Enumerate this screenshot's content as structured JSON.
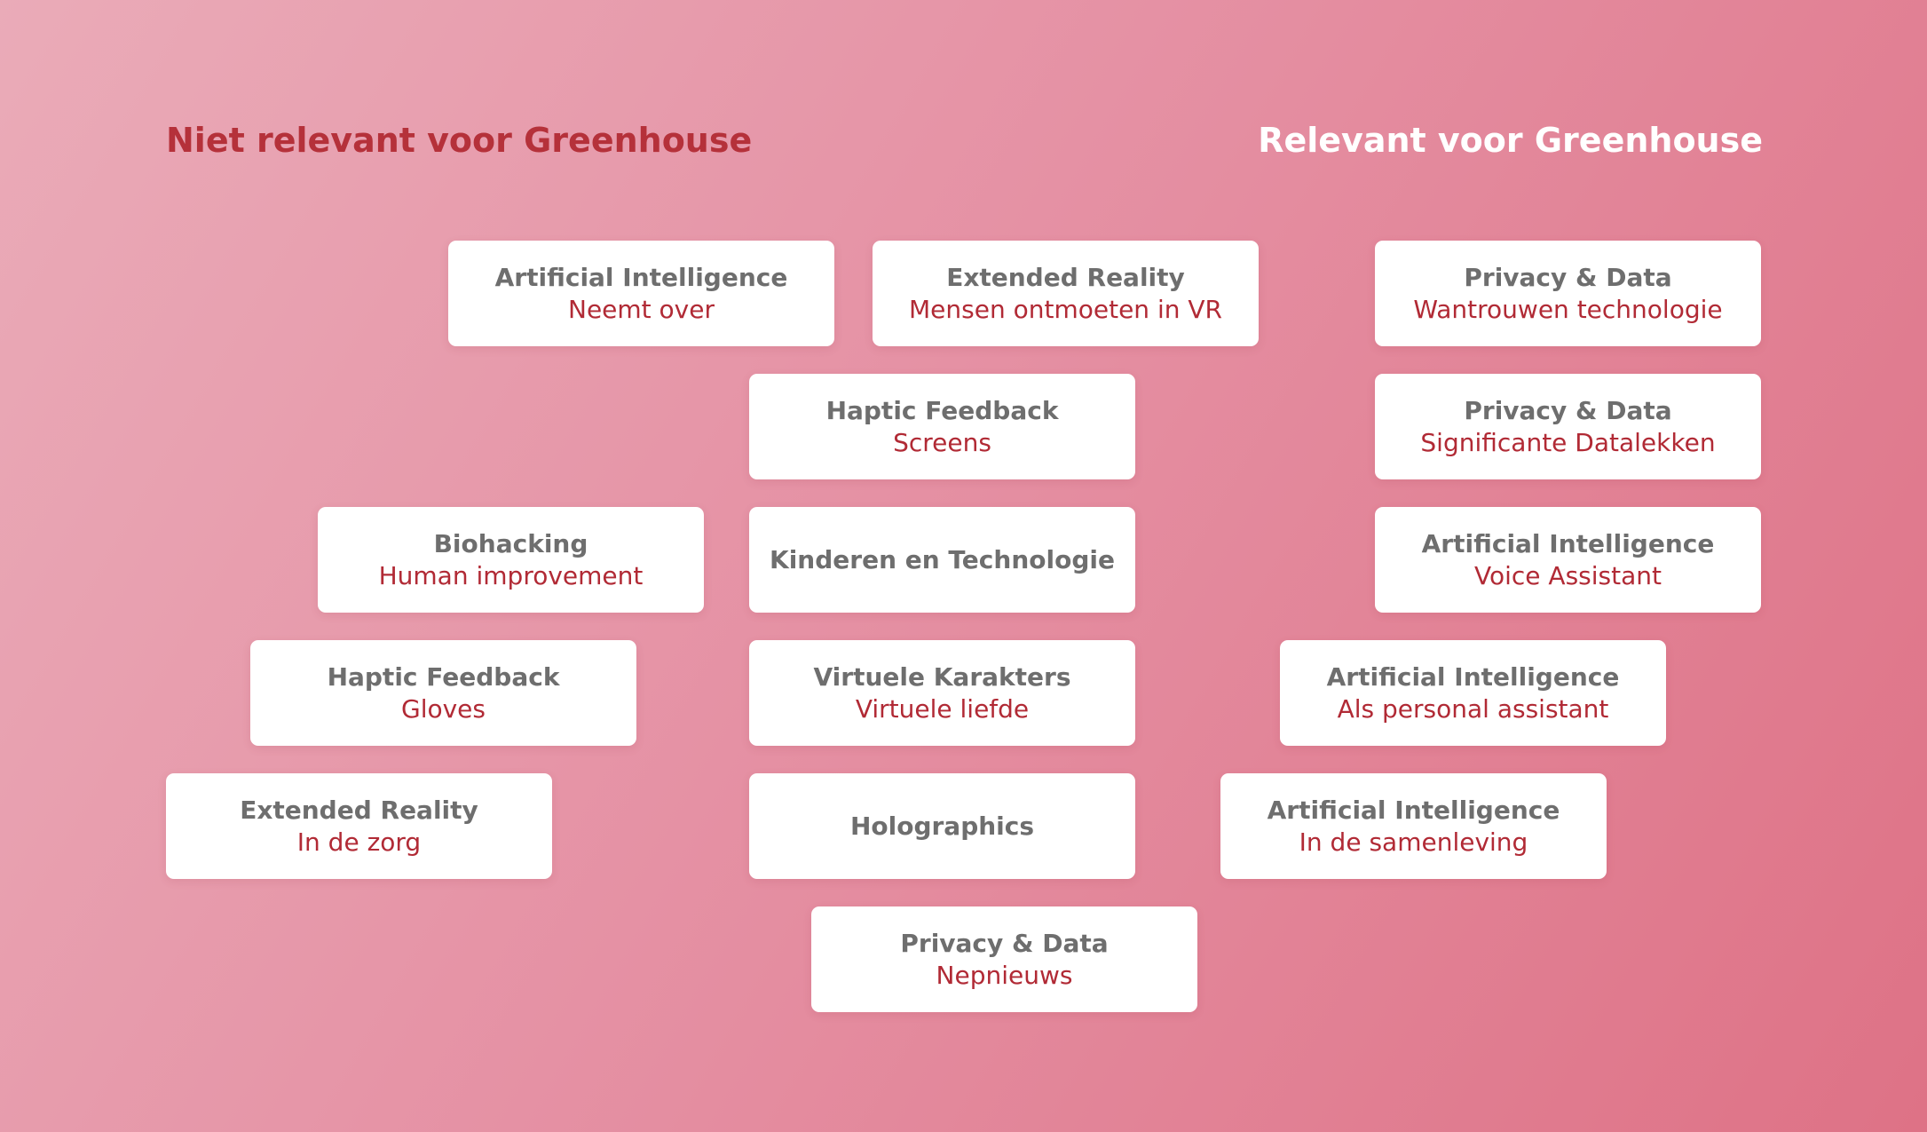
{
  "headings": {
    "not_relevant": "Niet relevant voor Greenhouse",
    "relevant": "Relevant voor Greenhouse"
  },
  "colors": {
    "not_relevant_heading": "#b5313a",
    "relevant_heading": "#ffffff",
    "card_title": "#6e6e6e",
    "card_subtitle": "#b12a35",
    "background_start": "#eaabb8",
    "background_end": "#de7286"
  },
  "cards": [
    {
      "title": "Artificial Intelligence",
      "subtitle": "Neemt over"
    },
    {
      "title": "Extended Reality",
      "subtitle": "Mensen ontmoeten in VR"
    },
    {
      "title": "Privacy & Data",
      "subtitle": "Wantrouwen technologie"
    },
    {
      "title": "Haptic Feedback",
      "subtitle": "Screens"
    },
    {
      "title": "Privacy & Data",
      "subtitle": "Significante Datalekken"
    },
    {
      "title": "Biohacking",
      "subtitle": "Human improvement"
    },
    {
      "title": "Kinderen en Technologie",
      "subtitle": ""
    },
    {
      "title": "Artificial Intelligence",
      "subtitle": "Voice Assistant"
    },
    {
      "title": "Haptic Feedback",
      "subtitle": "Gloves"
    },
    {
      "title": "Virtuele Karakters",
      "subtitle": "Virtuele liefde"
    },
    {
      "title": "Artificial Intelligence",
      "subtitle": "Als personal assistant"
    },
    {
      "title": "Extended Reality",
      "subtitle": "In de zorg"
    },
    {
      "title": "Holographics",
      "subtitle": ""
    },
    {
      "title": "Artificial Intelligence",
      "subtitle": "In de samenleving"
    },
    {
      "title": "Privacy & Data",
      "subtitle": "Nepnieuws"
    }
  ]
}
